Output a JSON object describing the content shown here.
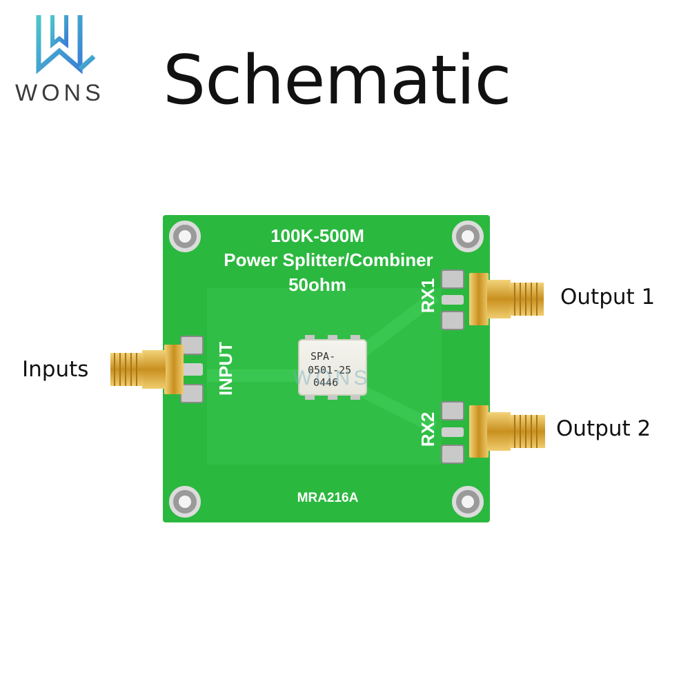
{
  "logo": {
    "text": "WONS"
  },
  "header": {
    "title": "Schematic"
  },
  "labels": {
    "inputs": "Inputs",
    "output1": "Output 1",
    "output2": "Output 2"
  },
  "board": {
    "line1": "100K-500M",
    "line2": "Power Splitter/Combiner",
    "line3": "50ohm",
    "input_label": "INPUT",
    "rx1_label": "RX1",
    "rx2_label": "RX2",
    "model": "MRA216A",
    "chip": {
      "line1": "SPA-",
      "line2": "0501-25",
      "line3": "0446"
    },
    "watermark": "WONS"
  },
  "colors": {
    "pcb_green": "#27b53c",
    "connector_gold": "#d9a531",
    "logo_blue": "#3b8fd6",
    "logo_teal": "#4cc6c9"
  }
}
